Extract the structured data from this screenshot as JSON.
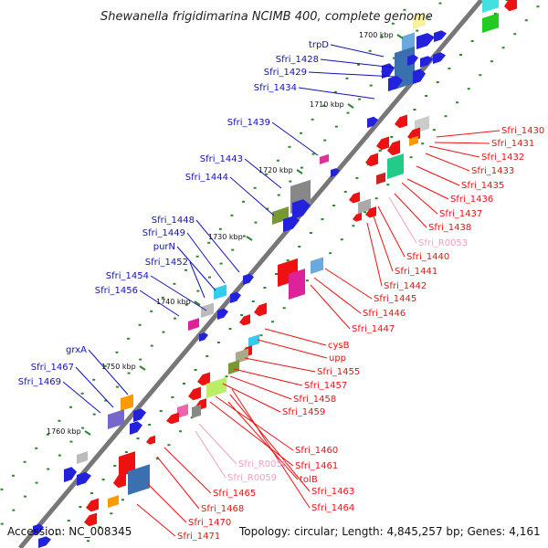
{
  "title": "Shewanella frigidimarina NCIMB 400, complete genome",
  "footer": {
    "accession": "Accession: NC_008345",
    "summary": "Topology: circular; Length: 4,845,257 bp; Genes: 4,161"
  },
  "colors": {
    "backbone": "#777777",
    "forward_label": "#1111bb",
    "reverse_label": "#ee1111",
    "rna_label": "#f0a0c0",
    "tick": "#2a8a2a"
  },
  "kbp_marks": [
    "1700 kbp",
    "1710 kbp",
    "1720 kbp",
    "1730 kbp",
    "1740 kbp",
    "1750 kbp",
    "1760 kbp"
  ],
  "forward_labels": [
    "trpD",
    "Sfri_1428",
    "Sfri_1429",
    "Sfri_1434",
    "Sfri_1439",
    "Sfri_1443",
    "Sfri_1444",
    "Sfri_1448",
    "Sfri_1449",
    "purN",
    "Sfri_1452",
    "Sfri_1454",
    "Sfri_1456",
    "grxA",
    "Sfri_1467",
    "Sfri_1469"
  ],
  "reverse_labels": [
    "Sfri_1430",
    "Sfri_1431",
    "Sfri_1432",
    "Sfri_1433",
    "Sfri_1435",
    "Sfri_1436",
    "Sfri_1437",
    "Sfri_1438",
    "Sfri_R0053",
    "Sfri_1440",
    "Sfri_1441",
    "Sfri_1442",
    "Sfri_1445",
    "Sfri_1446",
    "Sfri_1447",
    "cysB",
    "upp",
    "Sfri_1455",
    "Sfri_1457",
    "Sfri_1458",
    "Sfri_1459",
    "Sfri_1460",
    "Sfri_1461",
    "Sfri_R0058",
    "Sfri_R0059",
    "tolB",
    "Sfri_1463",
    "Sfri_1464",
    "Sfri_1465",
    "Sfri_1468",
    "Sfri_1470",
    "Sfri_1471"
  ],
  "rna_label_names": [
    "Sfri_R0053",
    "Sfri_R0058",
    "Sfri_R0059"
  ]
}
